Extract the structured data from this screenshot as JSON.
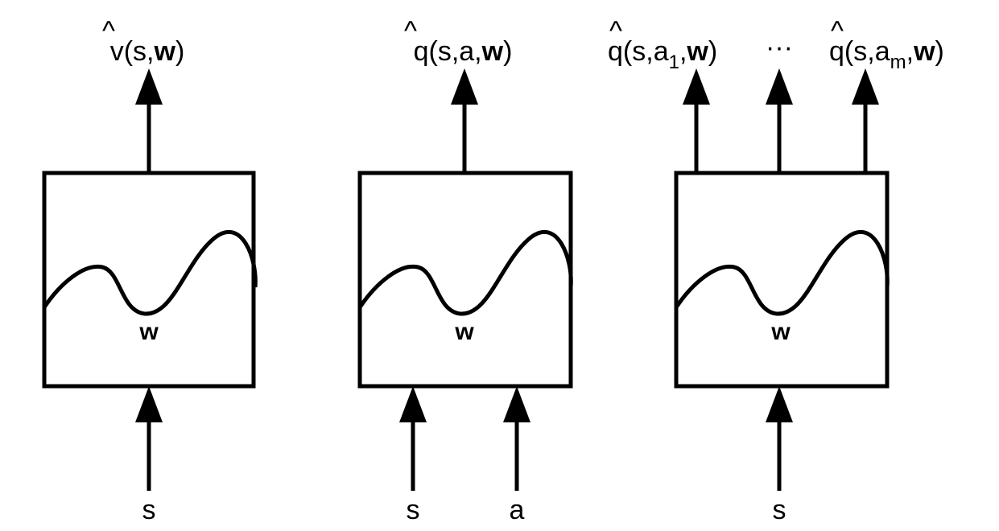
{
  "title": "Value function approximation architectures",
  "stroke_color": "#000000",
  "background": "#ffffff",
  "panels": [
    {
      "id": "state-value",
      "box_label": "w",
      "outputs": [
        {
          "hat": "v",
          "args_pre": "(s,",
          "sub": "",
          "bold": "w",
          "args_post": ")"
        }
      ],
      "inputs": [
        "s"
      ]
    },
    {
      "id": "action-value-in",
      "box_label": "w",
      "outputs": [
        {
          "hat": "q",
          "args_pre": "(s,a,",
          "sub": "",
          "bold": "w",
          "args_post": ")"
        }
      ],
      "inputs": [
        "s",
        "a"
      ]
    },
    {
      "id": "action-value-out",
      "box_label": "w",
      "outputs": [
        {
          "hat": "q",
          "args_pre": "(s,a",
          "sub": "1",
          "bold": "w",
          "args_post": ")"
        },
        {
          "ellipsis": "···"
        },
        {
          "hat": "q",
          "args_pre": "(s,a",
          "sub": "m",
          "bold": "w",
          "args_post": ")"
        }
      ],
      "inputs": [
        "s"
      ]
    }
  ]
}
